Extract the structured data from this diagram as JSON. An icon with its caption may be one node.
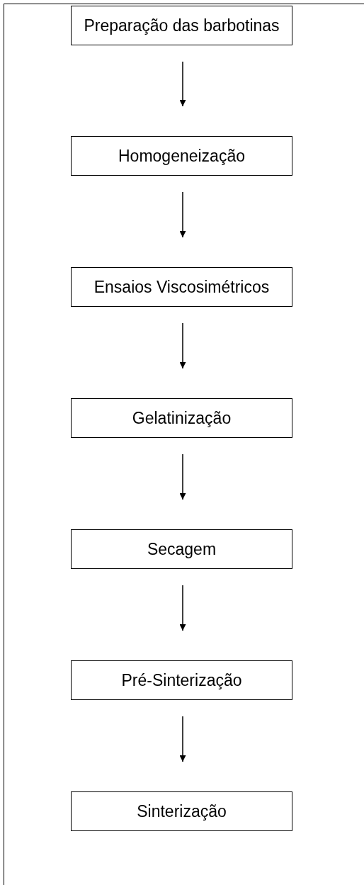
{
  "diagram": {
    "nodes": [
      {
        "text": [
          "Preparação das barbotinas"
        ]
      },
      {
        "text": [
          "Homogeneização"
        ]
      },
      {
        "text": [
          "Ensaios Viscosimétricos"
        ]
      },
      {
        "text": [
          "Gelatinização"
        ]
      },
      {
        "text": [
          "Secagem"
        ]
      },
      {
        "text": [
          "Pré-Sinterização"
        ]
      },
      {
        "text": [
          "Sinterização"
        ]
      }
    ],
    "edges": [
      {
        "from": 0,
        "to": 1,
        "arrow": "to"
      },
      {
        "from": 1,
        "to": 2,
        "arrow": "to"
      },
      {
        "from": 2,
        "to": 3,
        "arrow": "to"
      },
      {
        "from": 3,
        "to": 4,
        "arrow": "to"
      },
      {
        "from": 4,
        "to": 5,
        "arrow": "to"
      },
      {
        "from": 5,
        "to": 6,
        "arrow": "to"
      }
    ]
  }
}
